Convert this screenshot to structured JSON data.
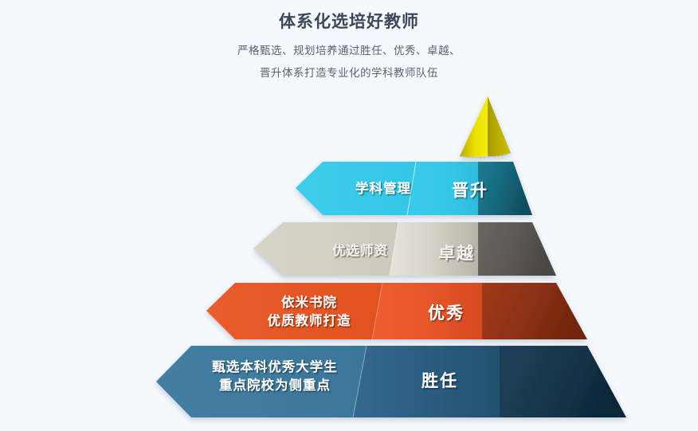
{
  "header": {
    "title": "体系化选培好教师",
    "subtitle_line1": "严格甄选、规划培养通过胜任、优秀、卓越、",
    "subtitle_line2": "晋升体系打造专业化的学科教师队伍",
    "title_color": "#3c4858",
    "subtitle_color": "#5c6470"
  },
  "background_color": "#f5f8fd",
  "diagram": {
    "type": "pyramid",
    "apex": {
      "name": "apex-cone",
      "label": "",
      "color_light": "#f2e600",
      "color_dark": "#9c9000"
    },
    "levels": [
      {
        "id": "level-1",
        "stage_label": "晋升",
        "banner_label_line1": "学科管理",
        "banner_label_line2": "",
        "color_front": "#3dcbea",
        "color_side": "#1a6f85",
        "banner_color": "#3dcbea",
        "text_color": "#ffffff"
      },
      {
        "id": "level-2",
        "stage_label": "卓越",
        "banner_label_line1": "优选师资",
        "banner_label_line2": "",
        "color_front": "#dcd8cf",
        "color_side": "#585550",
        "banner_color": "#d6d1c7",
        "text_color": "#f4f2ec"
      },
      {
        "id": "level-3",
        "stage_label": "优秀",
        "banner_label_line1": "依米书院",
        "banner_label_line2": "优质教师打造",
        "color_front": "#e8572a",
        "color_side": "#8f3214",
        "banner_color": "#e8572a",
        "text_color": "#ffffff"
      },
      {
        "id": "level-4",
        "stage_label": "胜任",
        "banner_label_line1": "甄选本科优秀大学生",
        "banner_label_line2": "重点院校为侧重点",
        "color_front": "#2d5f84",
        "color_side": "#17344a",
        "banner_color": "#3e7fa3",
        "text_color": "#ffffff"
      }
    ]
  }
}
